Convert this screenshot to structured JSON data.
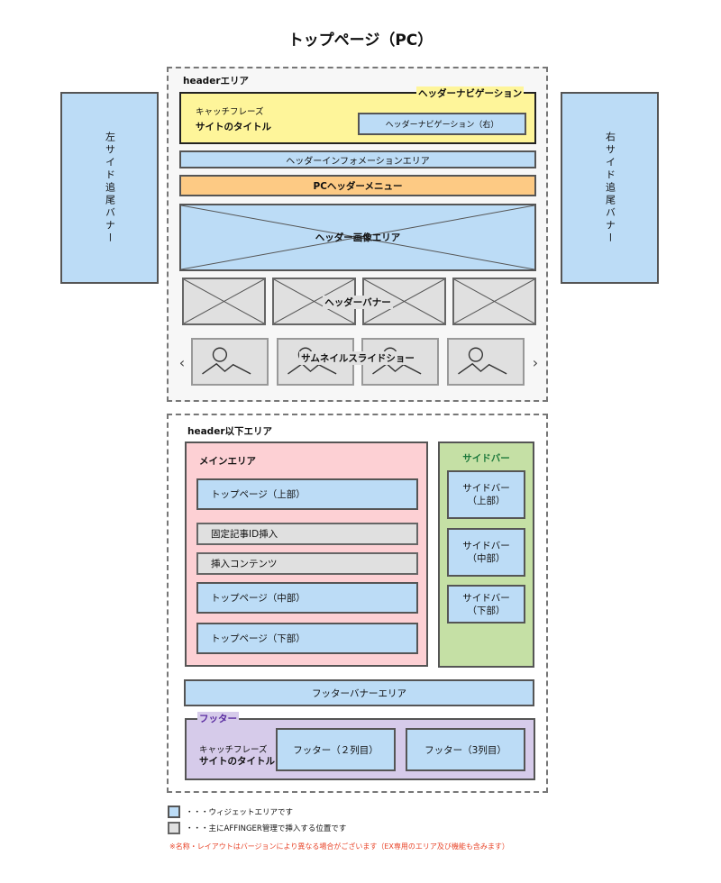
{
  "title": "トップページ（PC）",
  "side_banners": {
    "left": "左サイド追尾バナー",
    "right": "右サイド追尾バナー"
  },
  "header_area": {
    "label": "headerエリア",
    "nav_label": "ヘッダーナビゲーション",
    "catchphrase": "キャッチフレーズ",
    "site_title": "サイトのタイトル",
    "nav_right": "ヘッダーナビゲーション（右）",
    "info_area": "ヘッダーインフォメーションエリア",
    "pc_menu": "PCヘッダーメニュー",
    "image_area": "ヘッダー画像エリア",
    "banner": "ヘッダーバナー",
    "slideshow": "サムネイルスライドショー",
    "prev": "‹",
    "next": "›"
  },
  "below_area": {
    "label": "header以下エリア",
    "main": {
      "label": "メインエリア",
      "items": [
        "トップページ（上部）",
        "固定記事ID挿入",
        "挿入コンテンツ",
        "トップページ（中部）",
        "トップページ（下部）"
      ]
    },
    "sidebar": {
      "label": "サイドバー",
      "items": [
        "サイドバー\n（上部）",
        "サイドバー\n（中部）",
        "サイドバー\n（下部）"
      ]
    },
    "footer_banner": "フッターバナーエリア",
    "footer": {
      "label": "フッター",
      "catchphrase": "キャッチフレーズ",
      "site_title": "サイトのタイトル",
      "col2": "フッター（２列目）",
      "col3": "フッター（3列目）"
    }
  },
  "legend": {
    "widget": "・・・ウィジェットエリアです",
    "affinger": "・・・主にAFFINGER管理で挿入する位置です",
    "note": "※名称・レイアウトはバージョンにより異なる場合がございます（EX専用のエリア及び機能も含みます）"
  },
  "colors": {
    "widget_blue": "#bcdcf6",
    "affinger_grey": "#e0e0e0",
    "nav_yellow": "#fef59a",
    "menu_orange": "#fdca84",
    "main_pink": "#fdd0d4",
    "sidebar_green": "#c5e0a5",
    "sidebar_label": "#1e7a3c",
    "footer_purple": "#d6cbea",
    "footer_label": "#5a2ca0",
    "note_red": "#e8452a"
  }
}
